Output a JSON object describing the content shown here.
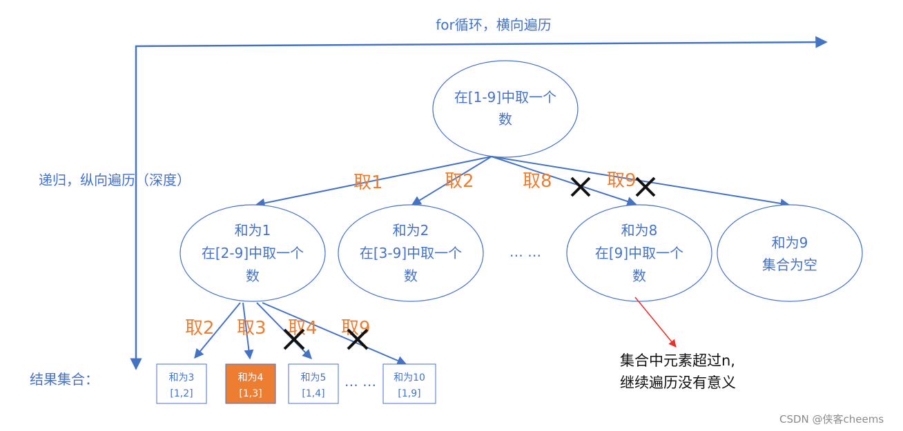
{
  "labels": {
    "for_loop": "for循环，横向遍历",
    "recursion": "递归，纵向遍历（深度）",
    "result_set": "结果集合：",
    "ellipsis_middle": "… …",
    "ellipsis_bottom": "… …",
    "note_line1": "集合中元素超过n,",
    "note_line2": "继续遍历没有意义",
    "watermark": "CSDN @侠客cheems"
  },
  "root": {
    "line1": "在[1-9]中取一个",
    "line2": "数"
  },
  "level1": [
    {
      "line1": "和为1",
      "line2": "在[2-9]中取一个",
      "line3": "数"
    },
    {
      "line1": "和为2",
      "line2": "在[3-9]中取一个",
      "line3": "数"
    },
    {
      "line1": "和为8",
      "line2": "在[9]中取一个",
      "line3": "数"
    },
    {
      "line1": "和为9",
      "line2": "集合为空"
    }
  ],
  "edges_top": [
    "取1",
    "取2",
    "取8",
    "取9"
  ],
  "edges_bottom": [
    "取2",
    "取3",
    "取4",
    "取9"
  ],
  "results": [
    {
      "line1": "和为3",
      "line2": "[1,2]",
      "highlight": false
    },
    {
      "line1": "和为4",
      "line2": "[1,3]",
      "highlight": true
    },
    {
      "line1": "和为5",
      "line2": "[1,4]",
      "highlight": false
    },
    {
      "line1": "和为10",
      "line2": "[1,9]",
      "highlight": false
    }
  ],
  "colors": {
    "blue": "#4472c4",
    "orange": "#ed7d31",
    "red": "#e8322a",
    "black": "#111111"
  }
}
